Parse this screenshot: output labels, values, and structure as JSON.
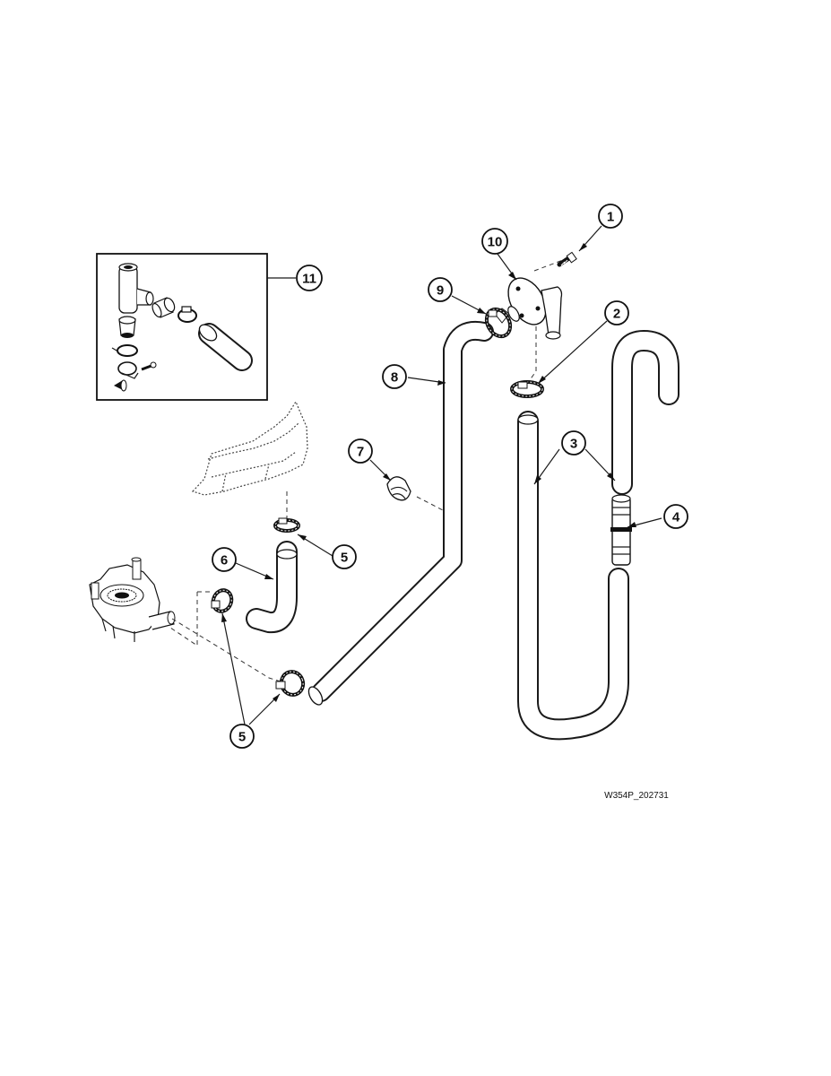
{
  "diagram": {
    "drawing_code": "W354P_202731",
    "callouts": [
      "1",
      "2",
      "3",
      "4",
      "5",
      "6",
      "7",
      "8",
      "9",
      "10",
      "11"
    ],
    "repeat_callouts": {
      "hose_3_upper": "3",
      "clamp_5_pump": "5"
    }
  },
  "parts": [
    {
      "callout": "1",
      "icon": "screw-icon"
    },
    {
      "callout": "2",
      "icon": "hose-clamp-icon"
    },
    {
      "callout": "3",
      "icon": "drain-hose-icon"
    },
    {
      "callout": "4",
      "icon": "hose-connector-icon"
    },
    {
      "callout": "5",
      "icon": "hose-clamp-icon"
    },
    {
      "callout": "6",
      "icon": "pump-hose-icon"
    },
    {
      "callout": "7",
      "icon": "hose-retaining-clip-icon"
    },
    {
      "callout": "8",
      "icon": "tub-hose-icon"
    },
    {
      "callout": "9",
      "icon": "hose-clamp-icon"
    },
    {
      "callout": "10",
      "icon": "elbow-fitting-icon"
    },
    {
      "callout": "11",
      "icon": "conversion-kit-icon"
    }
  ]
}
